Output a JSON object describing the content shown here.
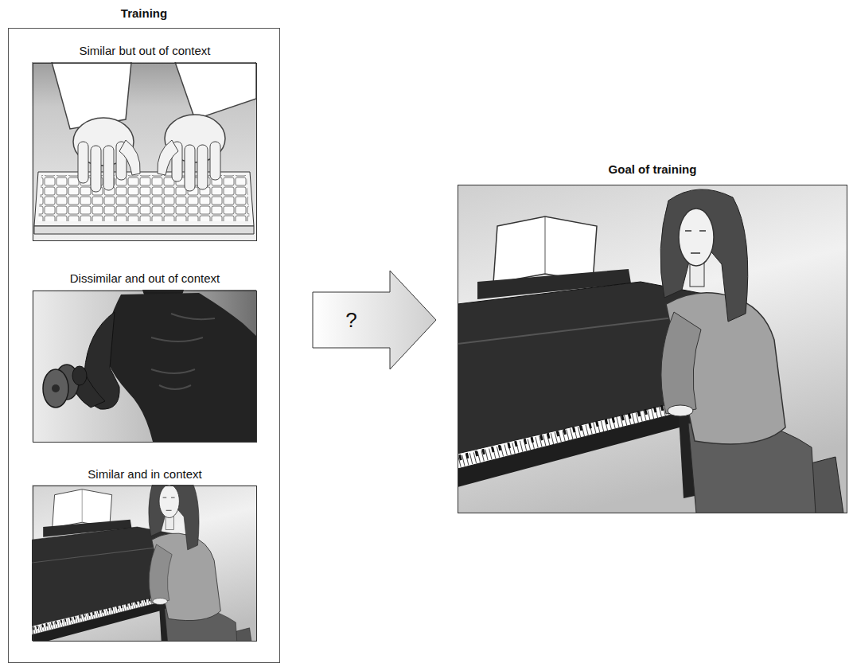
{
  "diagram": {
    "nodes": [
      {
        "text": [
          "Training"
        ]
      },
      {
        "text": [
          "Similar but out of context"
        ],
        "in": 0
      },
      {
        "text": [
          "Dissimilar and out of context"
        ],
        "in": 0
      },
      {
        "text": [
          "Similar and in context"
        ],
        "in": 0
      },
      {
        "text": [
          "Goal of training"
        ]
      }
    ],
    "edges": [
      {
        "from": 0,
        "to": 4,
        "arrow": "to",
        "label": "?"
      }
    ]
  }
}
